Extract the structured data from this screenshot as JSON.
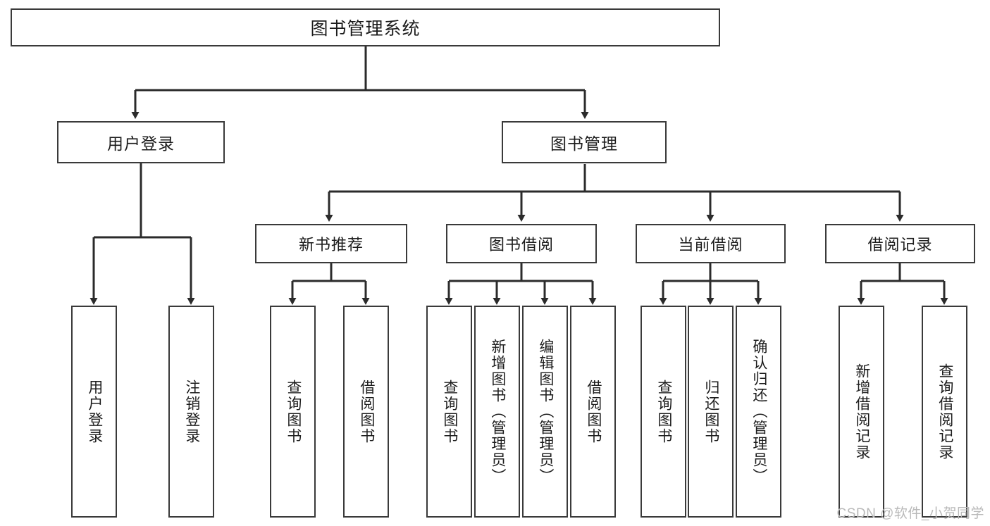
{
  "diagram": {
    "title": "图书管理系统",
    "type": "hierarchy-tree",
    "colors": {
      "background": "#ffffff",
      "box_border": "#3a3a3a",
      "box_fill": "#ffffff",
      "connector": "#2b2b2b",
      "text": "#1c1c1c",
      "watermark": "#b9b9b9"
    },
    "root": {
      "label": "图书管理系统"
    },
    "level1": [
      {
        "id": "user-login",
        "label": "用户登录"
      },
      {
        "id": "book-manage",
        "label": "图书管理"
      }
    ],
    "level2": [
      {
        "id": "new-book-recommend",
        "label": "新书推荐"
      },
      {
        "id": "book-borrow",
        "label": "图书借阅"
      },
      {
        "id": "current-borrow",
        "label": "当前借阅"
      },
      {
        "id": "borrow-record",
        "label": "借阅记录"
      }
    ],
    "leaves": {
      "user_login": [
        {
          "id": "leaf-user-login",
          "label": "用户登录"
        },
        {
          "id": "leaf-logout",
          "label": "注销登录"
        }
      ],
      "new_book_recommend": [
        {
          "id": "leaf-query-book-1",
          "label": "查询图书"
        },
        {
          "id": "leaf-borrow-book-1",
          "label": "借阅图书"
        }
      ],
      "book_borrow": [
        {
          "id": "leaf-query-book-2",
          "label": "查询图书"
        },
        {
          "id": "leaf-add-book",
          "label": "新增图书（管理员）"
        },
        {
          "id": "leaf-edit-book",
          "label": "编辑图书（管理员）"
        },
        {
          "id": "leaf-borrow-book-2",
          "label": "借阅图书"
        }
      ],
      "current_borrow": [
        {
          "id": "leaf-query-book-3",
          "label": "查询图书"
        },
        {
          "id": "leaf-return-book",
          "label": "归还图书"
        },
        {
          "id": "leaf-confirm-return",
          "label": "确认归还（管理员）"
        }
      ],
      "borrow_record": [
        {
          "id": "leaf-add-record",
          "label": "新增借阅记录"
        },
        {
          "id": "leaf-query-record",
          "label": "查询借阅记录"
        }
      ]
    },
    "watermark": "CSDN @软件_小贺同学"
  }
}
